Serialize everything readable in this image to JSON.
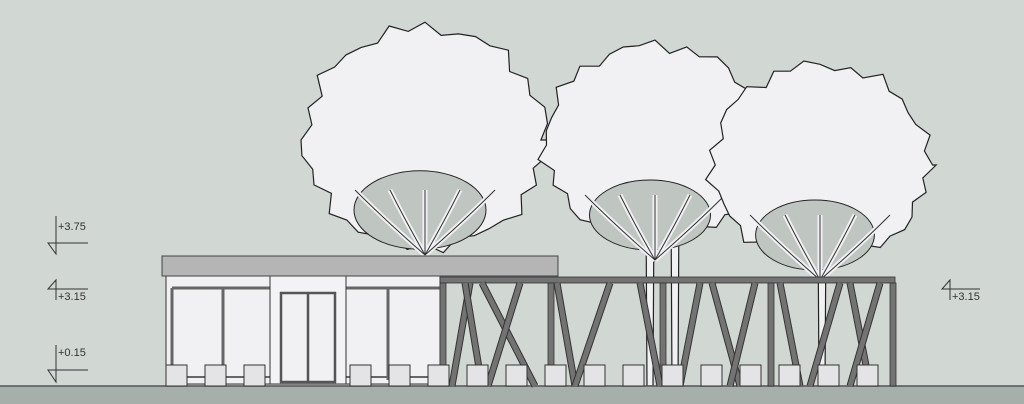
{
  "drawing": {
    "type": "elevation",
    "levels": [
      {
        "label": "+3.75",
        "side": "left"
      },
      {
        "label": "+3.15",
        "side": "left"
      },
      {
        "label": "+0.15",
        "side": "left"
      },
      {
        "label": "+3.15",
        "side": "right"
      }
    ]
  },
  "colors": {
    "background": "#d1d7d3",
    "ground": "#a7afaa",
    "roof": "#b5b5b5",
    "pergola": "#737373",
    "wall": "#f1f1f4"
  }
}
